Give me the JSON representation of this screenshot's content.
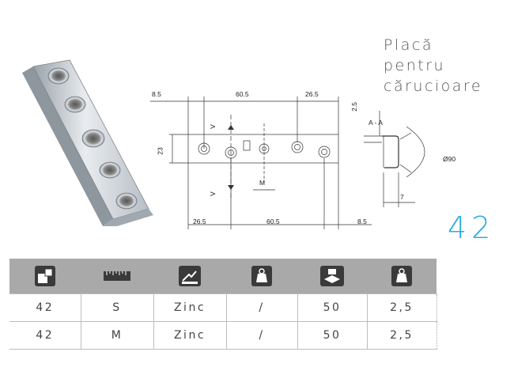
{
  "title": {
    "line1": "Placă",
    "line2": "pentru",
    "line3": "cărucioare"
  },
  "product_number": "42",
  "drawing": {
    "dims_top": [
      "8.5",
      "60.5",
      "26.5"
    ],
    "dims_bottom": [
      "26.5",
      "60.5",
      "8.5"
    ],
    "height_label": "23",
    "thickness_label": "2.5",
    "m_label": "M",
    "section_marker": "V",
    "section_title": "A - A",
    "diameter_label": "Ø90",
    "depth_label": "7"
  },
  "table": {
    "header_icons": [
      "angle-icon",
      "length-ruler-icon",
      "finish-icon",
      "weight-icon",
      "box-quantity-icon",
      "kg-icon"
    ],
    "rows": [
      [
        "42",
        "S",
        "Zinc",
        "/",
        "50",
        "2,5"
      ],
      [
        "42",
        "M",
        "Zinc",
        "/",
        "50",
        "2,5"
      ]
    ]
  },
  "colors": {
    "accent": "#29abe2",
    "header_bg": "#a9a9a9",
    "icon_bg": "#3a3a3a"
  }
}
